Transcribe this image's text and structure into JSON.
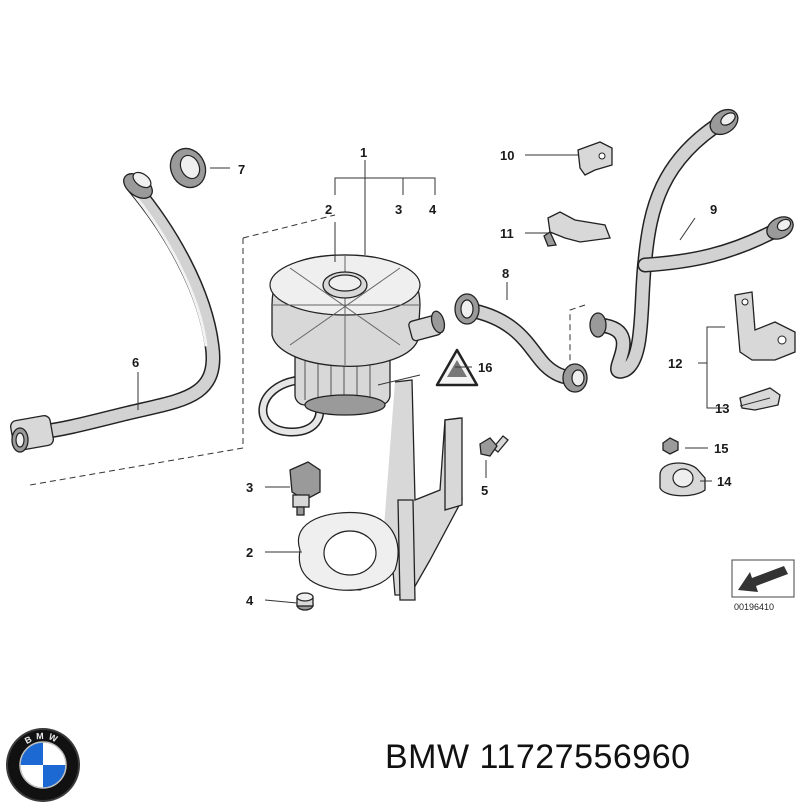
{
  "diagram": {
    "callouts": {
      "c1": "1",
      "c2a": "2",
      "c3a": "3",
      "c4a": "4",
      "c5": "5",
      "c6": "6",
      "c7": "7",
      "c8": "8",
      "c9": "9",
      "c10": "10",
      "c11": "11",
      "c12": "12",
      "c13": "13",
      "c14": "14",
      "c15": "15",
      "c16": "16",
      "c3b": "3",
      "c2b": "2",
      "c4b": "4"
    },
    "drawing_number": "00196410"
  },
  "footer": {
    "brand": "BMW",
    "part_number": "11727556960",
    "logo_letters": "BMW"
  },
  "colors": {
    "line": "#222222",
    "part_fill": "#d8d8d8",
    "logo_blue": "#1c69d4",
    "logo_ring": "#222222"
  }
}
